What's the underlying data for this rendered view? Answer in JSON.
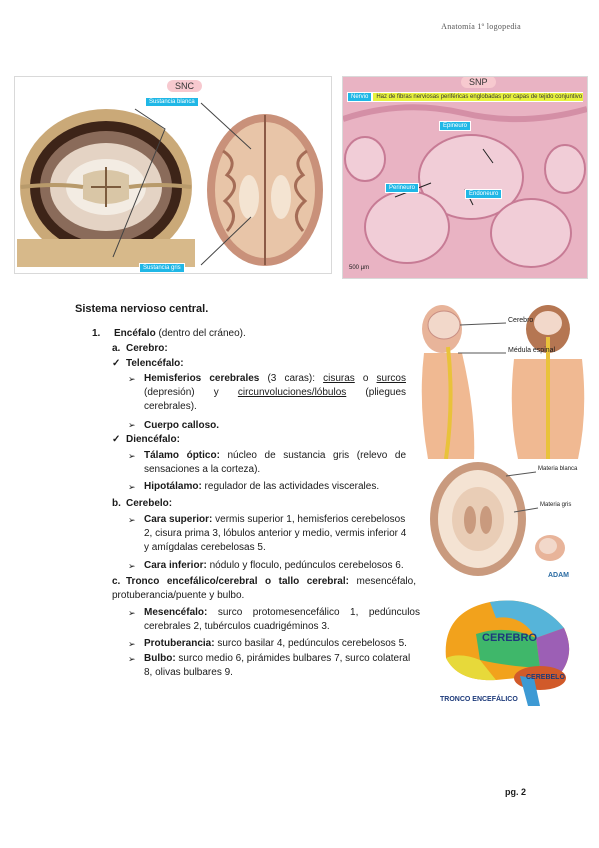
{
  "header": {
    "note": "Anatomía 1º logopedia"
  },
  "figures": {
    "snc": {
      "label": "SNC",
      "tags": [
        "Sustancia blanca",
        "Sustancia gris"
      ]
    },
    "snp": {
      "label": "SNP",
      "tags": [
        "Nervio",
        "Haz de fibras nerviosas periféricas englobadas por capas de tejido conjuntivo",
        "Epineuro",
        "Perineuro",
        "Endoneuro"
      ],
      "scale": "500 µm"
    },
    "body": {
      "labels": [
        "Cerebro",
        "Médula espinal"
      ]
    },
    "section": {
      "labels": [
        "Materia blanca",
        "Materia gris"
      ],
      "logo": "ADAM"
    },
    "lobes": {
      "labels": [
        "CEREBRO",
        "CEREBELO",
        "TRONCO ENCEFÁLICO"
      ]
    }
  },
  "content": {
    "title": "Sistema nervioso central.",
    "i1_marker": "1.",
    "i1_title": "Encéfalo",
    "i1_rest": " (dentro del cráneo).",
    "a_marker": "a.",
    "a_title": "Cerebro:",
    "check": "✓",
    "tel_title": "Telencéfalo:",
    "arrow": "➢",
    "hem_title": "Hemisferios cerebrales",
    "hem_t1": " (3 caras): ",
    "hem_u1": "cisuras",
    "hem_t2": " o ",
    "hem_u2": "surcos",
    "hem_t3": " (depresión) y ",
    "hem_u3": "circunvoluciones/lóbulos",
    "hem_t4": " (pliegues cerebrales).",
    "calloso": "Cuerpo calloso.",
    "dien_title": "Diencéfalo:",
    "tal_title": "Tálamo óptico:",
    "tal_rest": " núcleo de sustancia gris (relevo de sensaciones a la corteza).",
    "hip_title": "Hipotálamo:",
    "hip_rest": " regulador de las actividades viscerales.",
    "b_marker": "b.",
    "b_title": "Cerebelo:",
    "cs_title": "Cara superior:",
    "cs_rest": " vermis superior 1, hemisferios cerebelosos 2, cisura prima 3, lóbulos anterior y medio, vermis inferior 4 y amígdalas cerebelosas 5.",
    "ci_title": "Cara inferior:",
    "ci_rest": " nódulo y floculo, pedúnculos cerebelosos 6.",
    "c_marker": "c.",
    "c_title": "Tronco encefálico/cerebral o tallo cerebral:",
    "c_rest": " mesencéfalo, protuberancia/puente y bulbo.",
    "mes_title": "Mesencéfalo:",
    "mes_rest": " surco protomesencefálico 1, pedúnculos cerebrales 2, tubérculos cuadrigéminos 3.",
    "pro_title": "Protuberancia:",
    "pro_rest": " surco basilar 4, pedúnculos cerebelosos 5.",
    "bul_title": "Bulbo:",
    "bul_rest": " surco medio 6, pirámides bulbares 7, surco colateral 8, olivas bulbares 9."
  },
  "footer": {
    "page": "pg. 2"
  },
  "colors": {
    "tag_blue": "#1fb7e6",
    "tag_yellow": "#e7f23c",
    "histo_pink": "#e9b3c3"
  }
}
